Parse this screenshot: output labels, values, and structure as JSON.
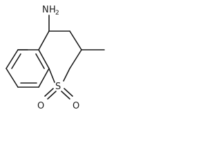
{
  "molecule": {
    "atoms": {
      "amine_n": "N",
      "amine_h": "H",
      "amine_h_count": "2",
      "sulfur": "S",
      "oxygen_left": "O",
      "oxygen_right": "O"
    }
  },
  "colors": {
    "bond": "#1a1a1a",
    "text": "#1a1a1a",
    "background": "#ffffff"
  }
}
